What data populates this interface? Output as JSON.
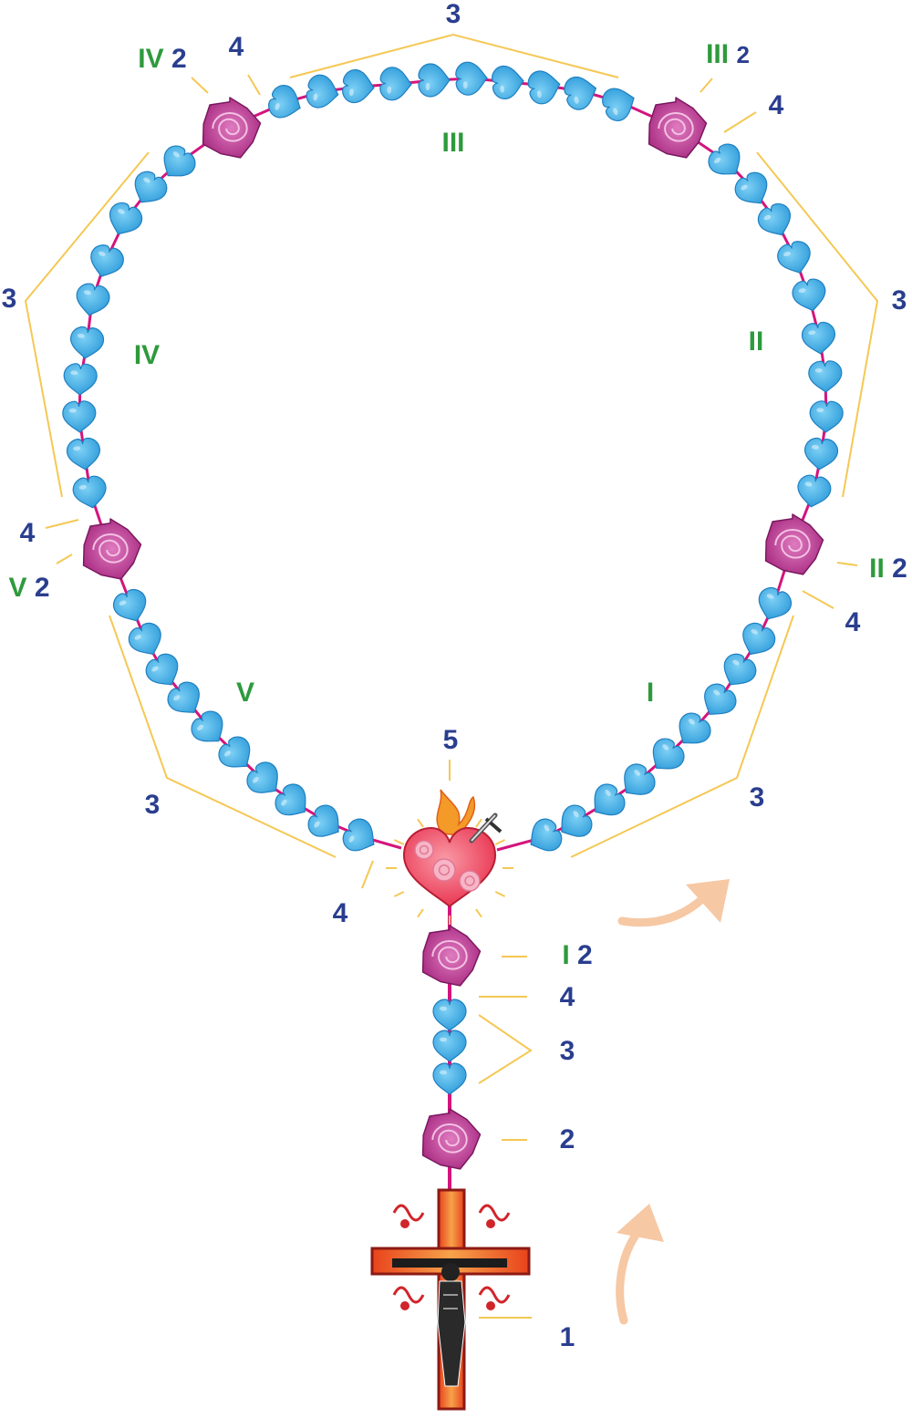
{
  "colors": {
    "bead": "#2c9ad9",
    "bead_light": "#7dd0f5",
    "cord": "#d4147e",
    "rose": "#a5267e",
    "rose_light": "#e07cc0",
    "leader": "#f5c855",
    "arrow": "#f6c8a4",
    "label_number": "#2a3e8f",
    "label_decade": "#2e9a3c",
    "heart": "#e82f4c",
    "cross": "#e8431c",
    "cross_outline": "#8c1a14"
  },
  "icons": {
    "bead": "heart-bead-icon",
    "rose": "rose-bead-icon",
    "heart": "sacred-heart-icon",
    "cross": "crucifix-icon",
    "arrow": "direction-arrow-icon"
  },
  "labels": {
    "top_decade_count": "3",
    "decade_iii": "III",
    "decade_iii_marker": "III",
    "decade_iii_marker_num": "2",
    "decade_iii_end": "4",
    "decade_iv": "IV",
    "decade_iv_marker": "IV",
    "decade_iv_marker_num": "2",
    "decade_iv_end": "4",
    "left_upper_count": "3",
    "right_upper_count": "3",
    "decade_ii": "II",
    "decade_ii_marker": "II",
    "decade_ii_marker_num": "2",
    "decade_ii_end": "4",
    "decade_v": "V",
    "decade_v_marker": "V",
    "decade_v_marker_num": "2",
    "decade_v_end": "4",
    "decade_i": "I",
    "left_lower_count": "3",
    "right_lower_count": "3",
    "heart_label": "5",
    "lower_left_end": "4",
    "pendant_i_marker": "I",
    "pendant_i_num": "2",
    "pendant_four": "4",
    "pendant_three": "3",
    "pendant_two": "2",
    "cross_label": "1"
  }
}
